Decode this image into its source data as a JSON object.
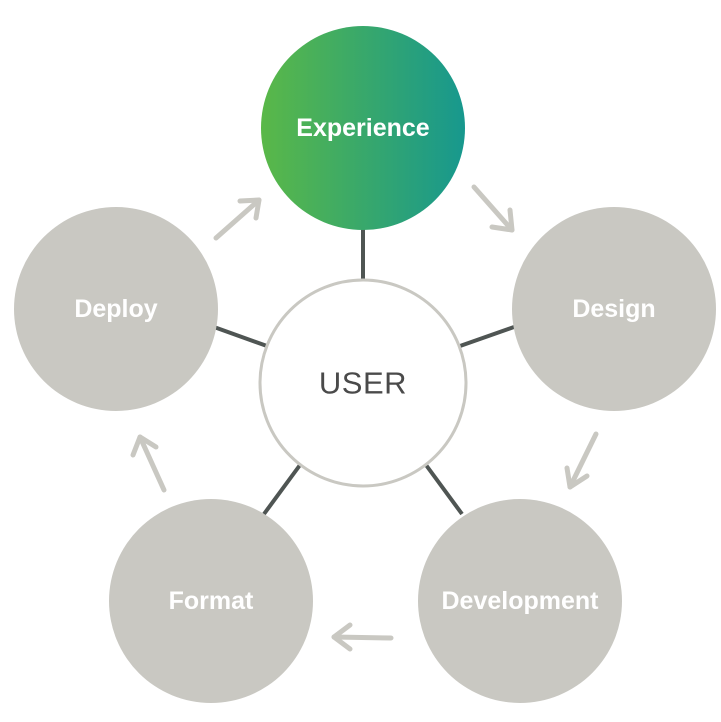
{
  "diagram": {
    "center": {
      "label": "USER"
    },
    "nodes": [
      {
        "id": "experience",
        "label": "Experience",
        "highlighted": true
      },
      {
        "id": "design",
        "label": "Design",
        "highlighted": false
      },
      {
        "id": "development",
        "label": "Development",
        "highlighted": false
      },
      {
        "id": "format",
        "label": "Format",
        "highlighted": false
      },
      {
        "id": "deploy",
        "label": "Deploy",
        "highlighted": false
      }
    ],
    "colors": {
      "node_fill": "#c9c8c2",
      "highlight_gradient_start": "#5ab848",
      "highlight_gradient_end": "#17988e",
      "center_stroke": "#c9c8c2",
      "connector": "#4f5553",
      "arrow": "#c9c8c2",
      "label_text": "#ffffff",
      "center_text": "#4a4a4a"
    },
    "arrow_direction": "clockwise"
  }
}
